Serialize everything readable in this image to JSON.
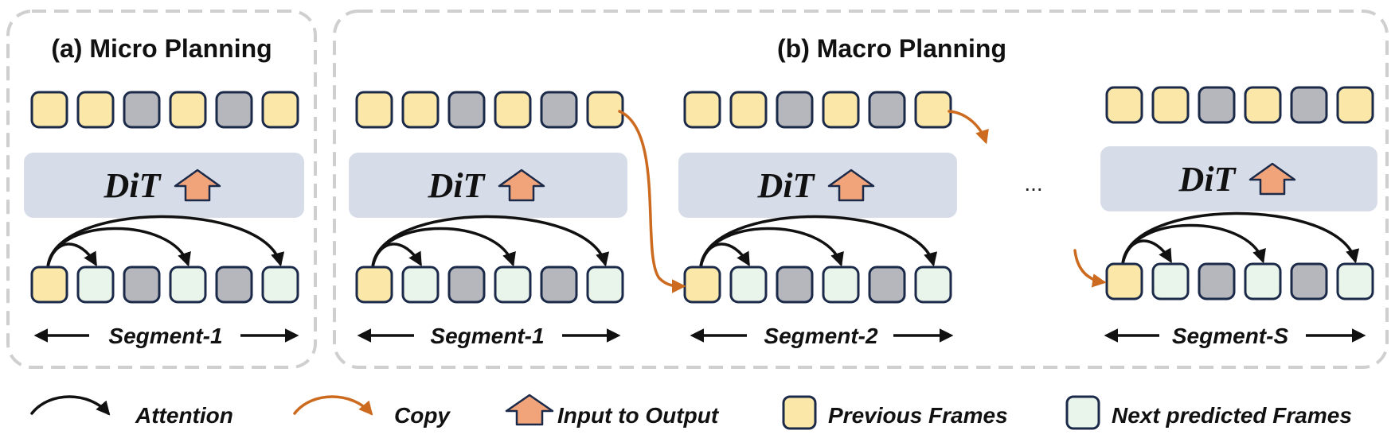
{
  "colors": {
    "previous": "#fbe7a8",
    "next": "#e9f4ea",
    "gray": "#b5b7bc",
    "copy": "#cc6a1f",
    "up_arrow": "#f1a47a",
    "dit_bg": "#d7dde8"
  },
  "panels": {
    "micro": {
      "title": "(a) Micro Planning"
    },
    "macro": {
      "title": "(b) Macro Planning"
    }
  },
  "dit_label": "DiT",
  "ellipsis": "...",
  "segments": [
    {
      "label": "Segment-1",
      "top_frames": [
        "previous",
        "previous",
        "gray",
        "previous",
        "gray",
        "previous"
      ],
      "bottom_frames": [
        "previous",
        "next",
        "gray",
        "next",
        "gray",
        "next"
      ]
    },
    {
      "label": "Segment-1",
      "top_frames": [
        "previous",
        "previous",
        "gray",
        "previous",
        "gray",
        "previous"
      ],
      "bottom_frames": [
        "previous",
        "next",
        "gray",
        "next",
        "gray",
        "next"
      ]
    },
    {
      "label": "Segment-2",
      "top_frames": [
        "previous",
        "previous",
        "gray",
        "previous",
        "gray",
        "previous"
      ],
      "bottom_frames": [
        "previous",
        "next",
        "gray",
        "next",
        "gray",
        "next"
      ]
    },
    {
      "label": "Segment-S",
      "top_frames": [
        "previous",
        "previous",
        "gray",
        "previous",
        "gray",
        "previous"
      ],
      "bottom_frames": [
        "previous",
        "next",
        "gray",
        "next",
        "gray",
        "next"
      ]
    }
  ],
  "legend": {
    "attention": "Attention",
    "copy": "Copy",
    "input_to_output": "Input to Output",
    "previous_frames": "Previous Frames",
    "next_frames": "Next predicted Frames"
  }
}
